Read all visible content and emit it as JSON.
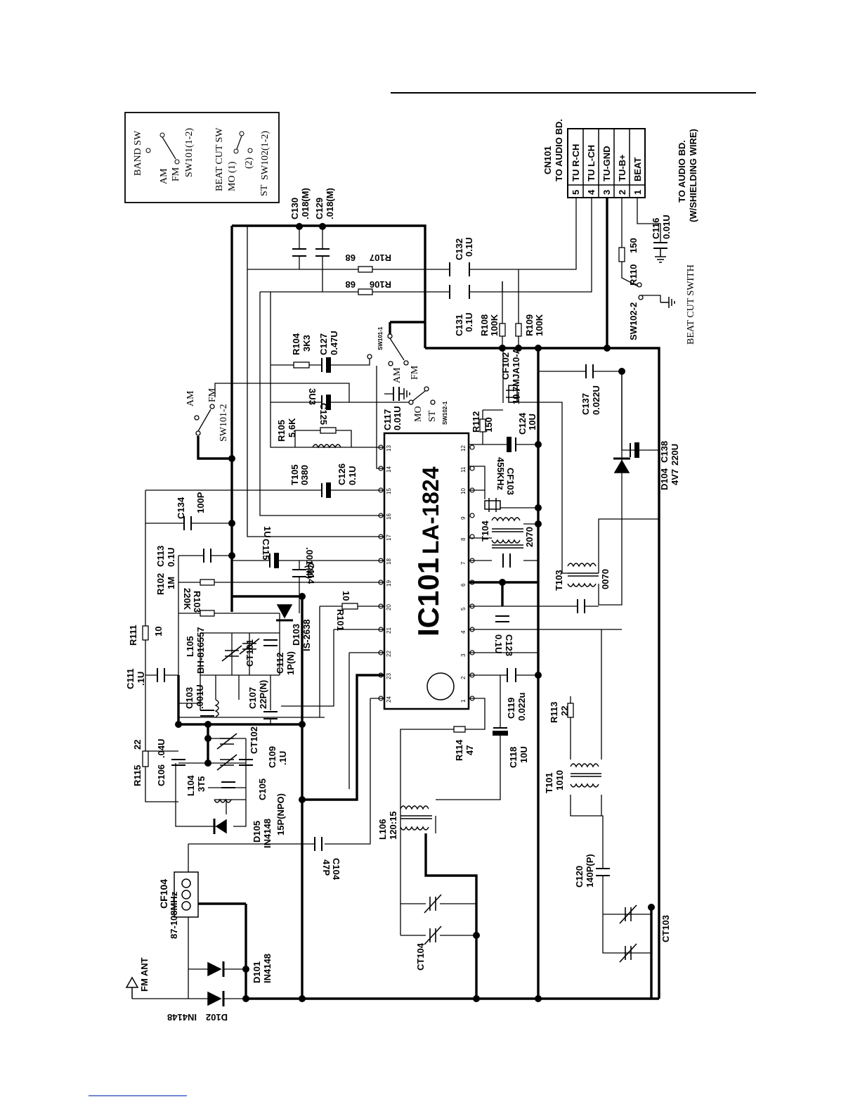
{
  "legend": {
    "band_sw_title": "BAND SW",
    "am": "AM",
    "fm": "FM",
    "band_sw_ref": "SW101(1-2)",
    "beat_cut_title": "BEAT CUT SW",
    "mo1": "MO (1)",
    "pos2": "(2)",
    "st": "ST",
    "beat_cut_ref": "SW102(1-2)"
  },
  "ic": {
    "ref": "IC101",
    "part": "LA-1824",
    "pins_top": [
      "13",
      "14",
      "15",
      "16",
      "17",
      "18",
      "19",
      "20",
      "21",
      "22",
      "23",
      "24"
    ],
    "pins_bottom": [
      "12",
      "11",
      "10",
      "9",
      "8",
      "7",
      "6",
      "5",
      "4",
      "3",
      "2",
      "1"
    ]
  },
  "connector": {
    "ref": "CN101",
    "dest": "TO AUDIO BD.",
    "pins": [
      {
        "num": "5",
        "name": "TU R-CH"
      },
      {
        "num": "4",
        "name": "TU L-CH"
      },
      {
        "num": "3",
        "name": "TU-GND"
      },
      {
        "num": "2",
        "name": "TU-B+"
      },
      {
        "num": "1",
        "name": "BEAT"
      }
    ],
    "note_line1": "TO AUDIO BD.",
    "note_line2": "(W/SHIELDING WIRE)"
  },
  "switches": {
    "sw101_1": "SW101-1",
    "sw101_2": "SW101-2",
    "sw102_1": "SW102-1",
    "sw102_2": "SW102-2",
    "am": "AM",
    "fm": "FM",
    "mo": "MO",
    "st": "ST",
    "beat_cut_switch": "BEAT CUT SWITH"
  },
  "parts": {
    "c130": [
      "C130",
      ".018(M)"
    ],
    "c129": [
      "C129",
      ".018(M)"
    ],
    "r107": [
      "R107",
      "68"
    ],
    "r106": [
      "R106",
      "68"
    ],
    "c132": [
      "C132",
      "0.1U"
    ],
    "c131": [
      "C131",
      "0.1U"
    ],
    "r108": [
      "R108",
      "100K"
    ],
    "r109": [
      "R109",
      "100K"
    ],
    "r110": [
      "R110",
      "150"
    ],
    "c116": [
      "C116",
      "0.01U"
    ],
    "r104": [
      "R104",
      "3K3"
    ],
    "c127": [
      "C127",
      "0.47U"
    ],
    "c125": [
      "C125",
      "3U3"
    ],
    "r105": [
      "R105",
      "5.6K"
    ],
    "t105": [
      "T105",
      "0380"
    ],
    "c126": [
      "C126",
      "0.1U"
    ],
    "c117": [
      "C117",
      "0.01U"
    ],
    "r112": [
      "R112",
      "150"
    ],
    "c124": [
      "C124",
      "10U"
    ],
    "cf102": [
      "CF102",
      "10.7MJA10-A"
    ],
    "c137": [
      "C137",
      "0.022U"
    ],
    "cf103": [
      "CF103",
      "455KHz"
    ],
    "d104": [
      "D104",
      "4V7"
    ],
    "c138": [
      "C138",
      "220U"
    ],
    "t104": [
      "T104",
      "2070"
    ],
    "t103": [
      "T103",
      "0070"
    ],
    "c134": [
      "C134",
      "100P"
    ],
    "c115": [
      "C115",
      "1U"
    ],
    "c114": [
      "C114",
      ".001(M)"
    ],
    "c113": [
      "C113",
      "0.1U"
    ],
    "r102": [
      "R102",
      "1M"
    ],
    "r103": [
      "R103",
      "220K"
    ],
    "r101": [
      "R101",
      "10"
    ],
    "c123": [
      "C123",
      "0.1U"
    ],
    "r111": [
      "R111",
      "10"
    ],
    "l105": [
      "L105",
      "BH-816557"
    ],
    "ct101": "CT101",
    "d103": [
      "D103",
      "IS-2638"
    ],
    "c112": [
      "C112",
      "1P(N)"
    ],
    "c111": [
      "C111",
      ".1U"
    ],
    "c103": [
      "C103",
      ".001U"
    ],
    "c107": [
      "C107",
      "22P(N)"
    ],
    "c119": [
      "C119",
      "0.022u"
    ],
    "c118": [
      "C118",
      "10U"
    ],
    "r113": [
      "R113",
      "22"
    ],
    "r114": [
      "R114",
      "47"
    ],
    "r115": [
      "R115",
      "22"
    ],
    "c106": [
      "C106",
      ".04U"
    ],
    "ct102": "CT102",
    "c109": [
      "C109",
      ".1U"
    ],
    "l104": [
      "L104",
      "3T5"
    ],
    "c105": [
      "C105",
      "15P(NPO)"
    ],
    "d105": [
      "D105",
      "IN4148"
    ],
    "t101": [
      "T101",
      "1010"
    ],
    "l106": [
      "L106",
      "120:15"
    ],
    "c104": [
      "C104",
      "47P"
    ],
    "c120": [
      "C120",
      "140P(P)"
    ],
    "cf104": [
      "CF104",
      "87-108MHz"
    ],
    "fm_ant": "FM ANT",
    "d101": [
      "D101",
      "IN4148"
    ],
    "d102": [
      "D102",
      "IN4148"
    ],
    "ct104": "CT104",
    "ct103": "CT103"
  }
}
